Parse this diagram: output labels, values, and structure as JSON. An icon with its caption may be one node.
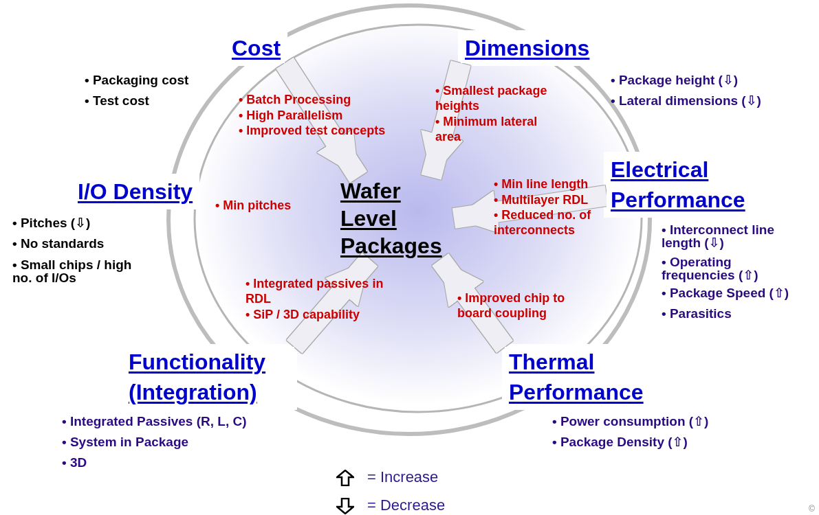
{
  "diagram": {
    "nodes": [
      {
        "text": [
          "Cost"
        ],
        "beside": [
          "• Packaging cost",
          "• Test cost"
        ]
      },
      {
        "text": [
          "Dimensions"
        ],
        "beside": [
          "• Package height (⇩)",
          "• Lateral dimensions (⇩)"
        ]
      },
      {
        "text": [
          "Electrical Performance"
        ],
        "beside": [
          "• Interconnect line length (⇩)",
          "• Operating frequencies (⇧)",
          "• Package Speed (⇧)",
          "• Parasitics"
        ]
      },
      {
        "text": [
          "I/O Density"
        ],
        "beside": [
          "• Pitches (⇩)",
          "• No standards",
          "• Small chips / high no. of I/Os"
        ]
      },
      {
        "text": [
          "Wafer Level Packages"
        ]
      },
      {
        "text": [
          "Functionality (Integration)"
        ],
        "beside": [
          "• Integrated Passives (R, L, C)",
          "• System in Package",
          "• 3D"
        ]
      },
      {
        "text": [
          "Thermal Performance"
        ],
        "beside": [
          "• Power consumption (⇧)",
          "• Package Density (⇧)"
        ]
      }
    ],
    "edges": [
      {
        "from": 0,
        "to": 4,
        "arrow": "to"
      },
      {
        "from": 1,
        "to": 4,
        "arrow": "to"
      },
      {
        "from": 2,
        "to": 4,
        "arrow": "to"
      },
      {
        "from": 5,
        "to": 4,
        "arrow": "to"
      },
      {
        "from": 6,
        "to": 4,
        "arrow": "to"
      }
    ],
    "labels": [
      "• Batch Processing",
      "• High Parallelism",
      "• Improved test concepts",
      "• Smallest package heights",
      "• Minimum lateral area",
      "• Min line length",
      "• Multilayer RDL",
      "• Reduced no. of interconnects",
      "• Min pitches",
      "• Integrated passives in RDL",
      "• SiP / 3D capability",
      "• Improved chip to board coupling",
      "©"
    ],
    "legend": [
      {
        "text": "= Increase"
      },
      {
        "text": "= Decrease"
      }
    ]
  }
}
